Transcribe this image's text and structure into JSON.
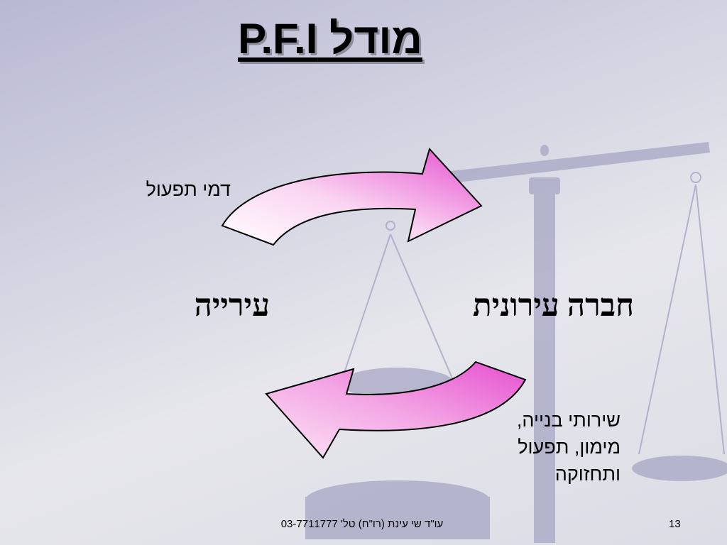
{
  "title": "מודל P.F.I",
  "labels": {
    "top_arrow": "דמי תפעול",
    "left_party": "עירייה",
    "right_party": "חברה עירונית",
    "services": [
      "שירותי בנייה,",
      "מימון, תפעול",
      "ותחזוקה"
    ]
  },
  "footer": {
    "credit": "עו\"ד שי עינת (רו\"ח) טל' 03-7711777",
    "page_number": "13"
  },
  "colors": {
    "arrow_fill_light": "#fde6f6",
    "arrow_fill_dark": "#e64fd0",
    "arrow_stroke": "#000000",
    "background": "#d8d8e4"
  },
  "icons": {
    "background": "scales-of-justice-icon"
  }
}
